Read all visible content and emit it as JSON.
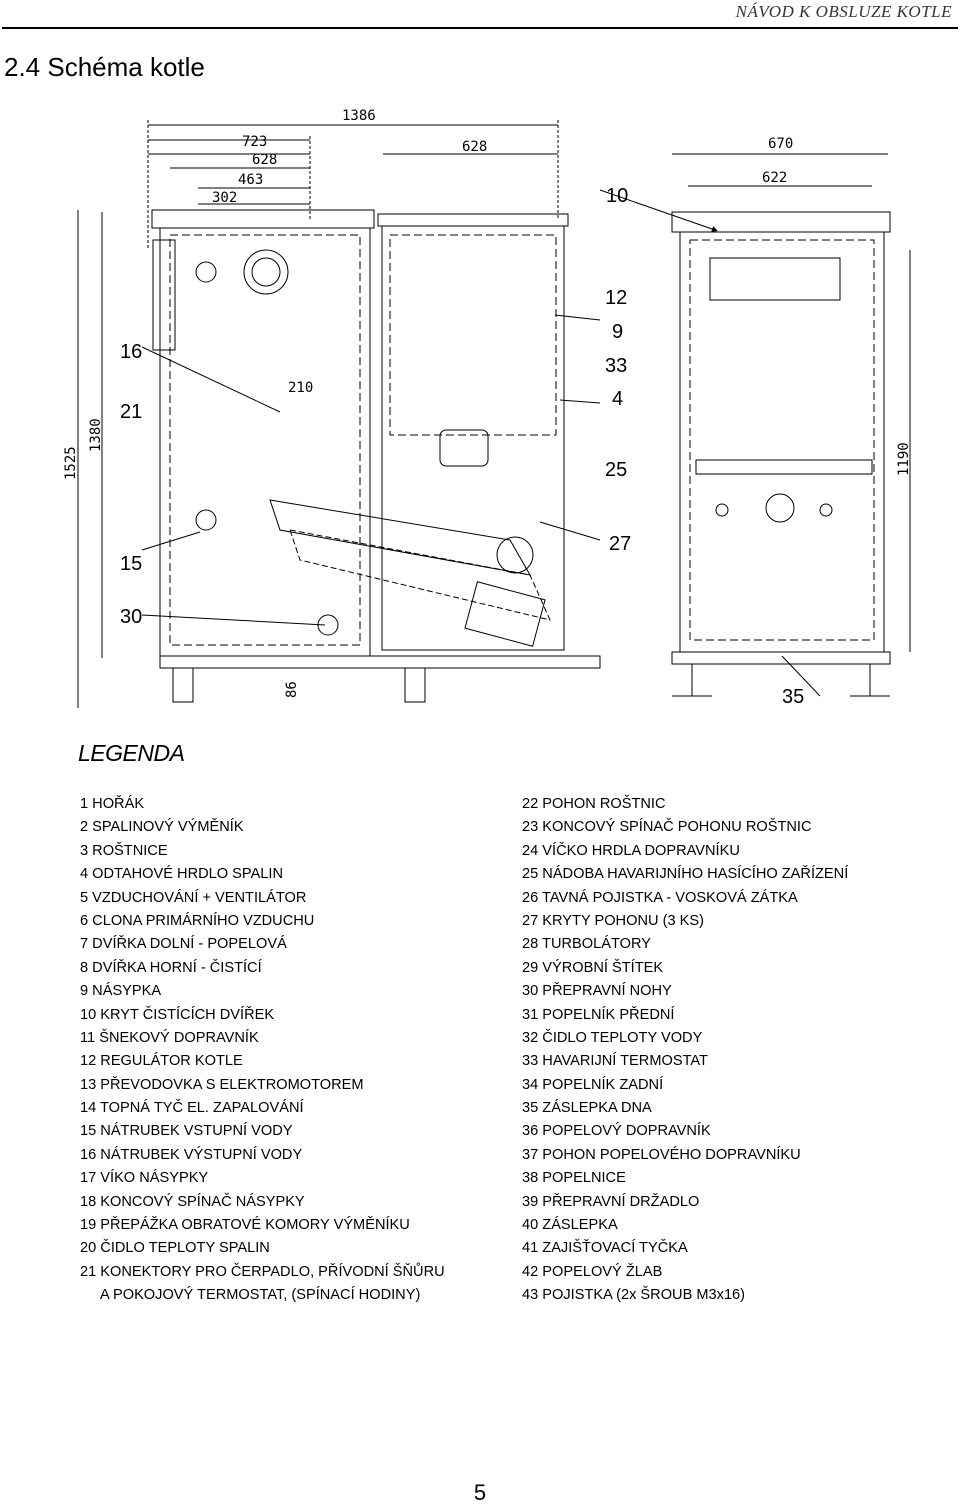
{
  "header": {
    "title": "NÁVOD K OBSLUZE KOTLE"
  },
  "section": {
    "title": "2.4 Schéma kotle"
  },
  "drawing": {
    "dimensions": {
      "d1386": "1386",
      "d723": "723",
      "d628a": "628",
      "d463": "463",
      "d302": "302",
      "d628b": "628",
      "d670": "670",
      "d622": "622",
      "d210": "210",
      "d1525": "1525",
      "d1380": "1380",
      "d1190": "1190",
      "d86": "86"
    },
    "callouts": {
      "c10": "10",
      "c16": "16",
      "c21": "21",
      "c15": "15",
      "c30": "30",
      "c12": "12",
      "c9": "9",
      "c33": "33",
      "c4": "4",
      "c25": "25",
      "c27": "27",
      "c35": "35"
    }
  },
  "legend": {
    "title": "LEGENDA",
    "left": [
      "1 HOŘÁK",
      "2 SPALINOVÝ VÝMĚNÍK",
      "3 ROŠTNICE",
      "4 ODTAHOVÉ HRDLO SPALIN",
      "5 VZDUCHOVÁNÍ + VENTILÁTOR",
      "6 CLONA PRIMÁRNÍHO VZDUCHU",
      "7 DVÍŘKA DOLNÍ - POPELOVÁ",
      "8 DVÍŘKA HORNÍ - ČISTÍCÍ",
      "9 NÁSYPKA",
      "10 KRYT ČISTÍCÍCH DVÍŘEK",
      "11 ŠNEKOVÝ DOPRAVNÍK",
      "12 REGULÁTOR KOTLE",
      "13 PŘEVODOVKA S ELEKTROMOTOREM",
      "14 TOPNÁ TYČ EL. ZAPALOVÁNÍ",
      "15 NÁTRUBEK VSTUPNÍ VODY",
      "16 NÁTRUBEK VÝSTUPNÍ VODY",
      "17 VÍKO NÁSYPKY",
      "18 KONCOVÝ SPÍNAČ NÁSYPKY",
      "19 PŘEPÁŽKA OBRATOVÉ KOMORY VÝMĚNÍKU",
      "20 ČIDLO TEPLOTY SPALIN",
      "21 KONEKTORY PRO ČERPADLO, PŘÍVODNÍ ŠŇŮRU",
      "A POKOJOVÝ TERMOSTAT, (SPÍNACÍ HODINY)"
    ],
    "right": [
      "22 POHON ROŠTNIC",
      "23 KONCOVÝ SPÍNAČ POHONU ROŠTNIC",
      "24 VÍČKO HRDLA DOPRAVNÍKU",
      "25 NÁDOBA HAVARIJNÍHO HASÍCÍHO ZAŘÍZENÍ",
      "26 TAVNÁ POJISTKA - VOSKOVÁ ZÁTKA",
      "27 KRYTY POHONU (3 KS)",
      "28 TURBOLÁTORY",
      "29 VÝROBNÍ ŠTÍTEK",
      "30 PŘEPRAVNÍ NOHY",
      "31 POPELNÍK PŘEDNÍ",
      "32 ČIDLO TEPLOTY VODY",
      "33 HAVARIJNÍ TERMOSTAT",
      "34 POPELNÍK ZADNÍ",
      "35 ZÁSLEPKA DNA",
      "36 POPELOVÝ DOPRAVNÍK",
      "37 POHON POPELOVÉHO DOPRAVNÍKU",
      "38 POPELNICE",
      "39 PŘEPRAVNÍ DRŽADLO",
      "40 ZÁSLEPKA",
      "41 ZAJIŠŤOVACÍ TYČKA",
      "42 POPELOVÝ ŽLAB",
      "43 POJISTKA (2x ŠROUB M3x16)"
    ]
  },
  "page": {
    "number": "5"
  }
}
